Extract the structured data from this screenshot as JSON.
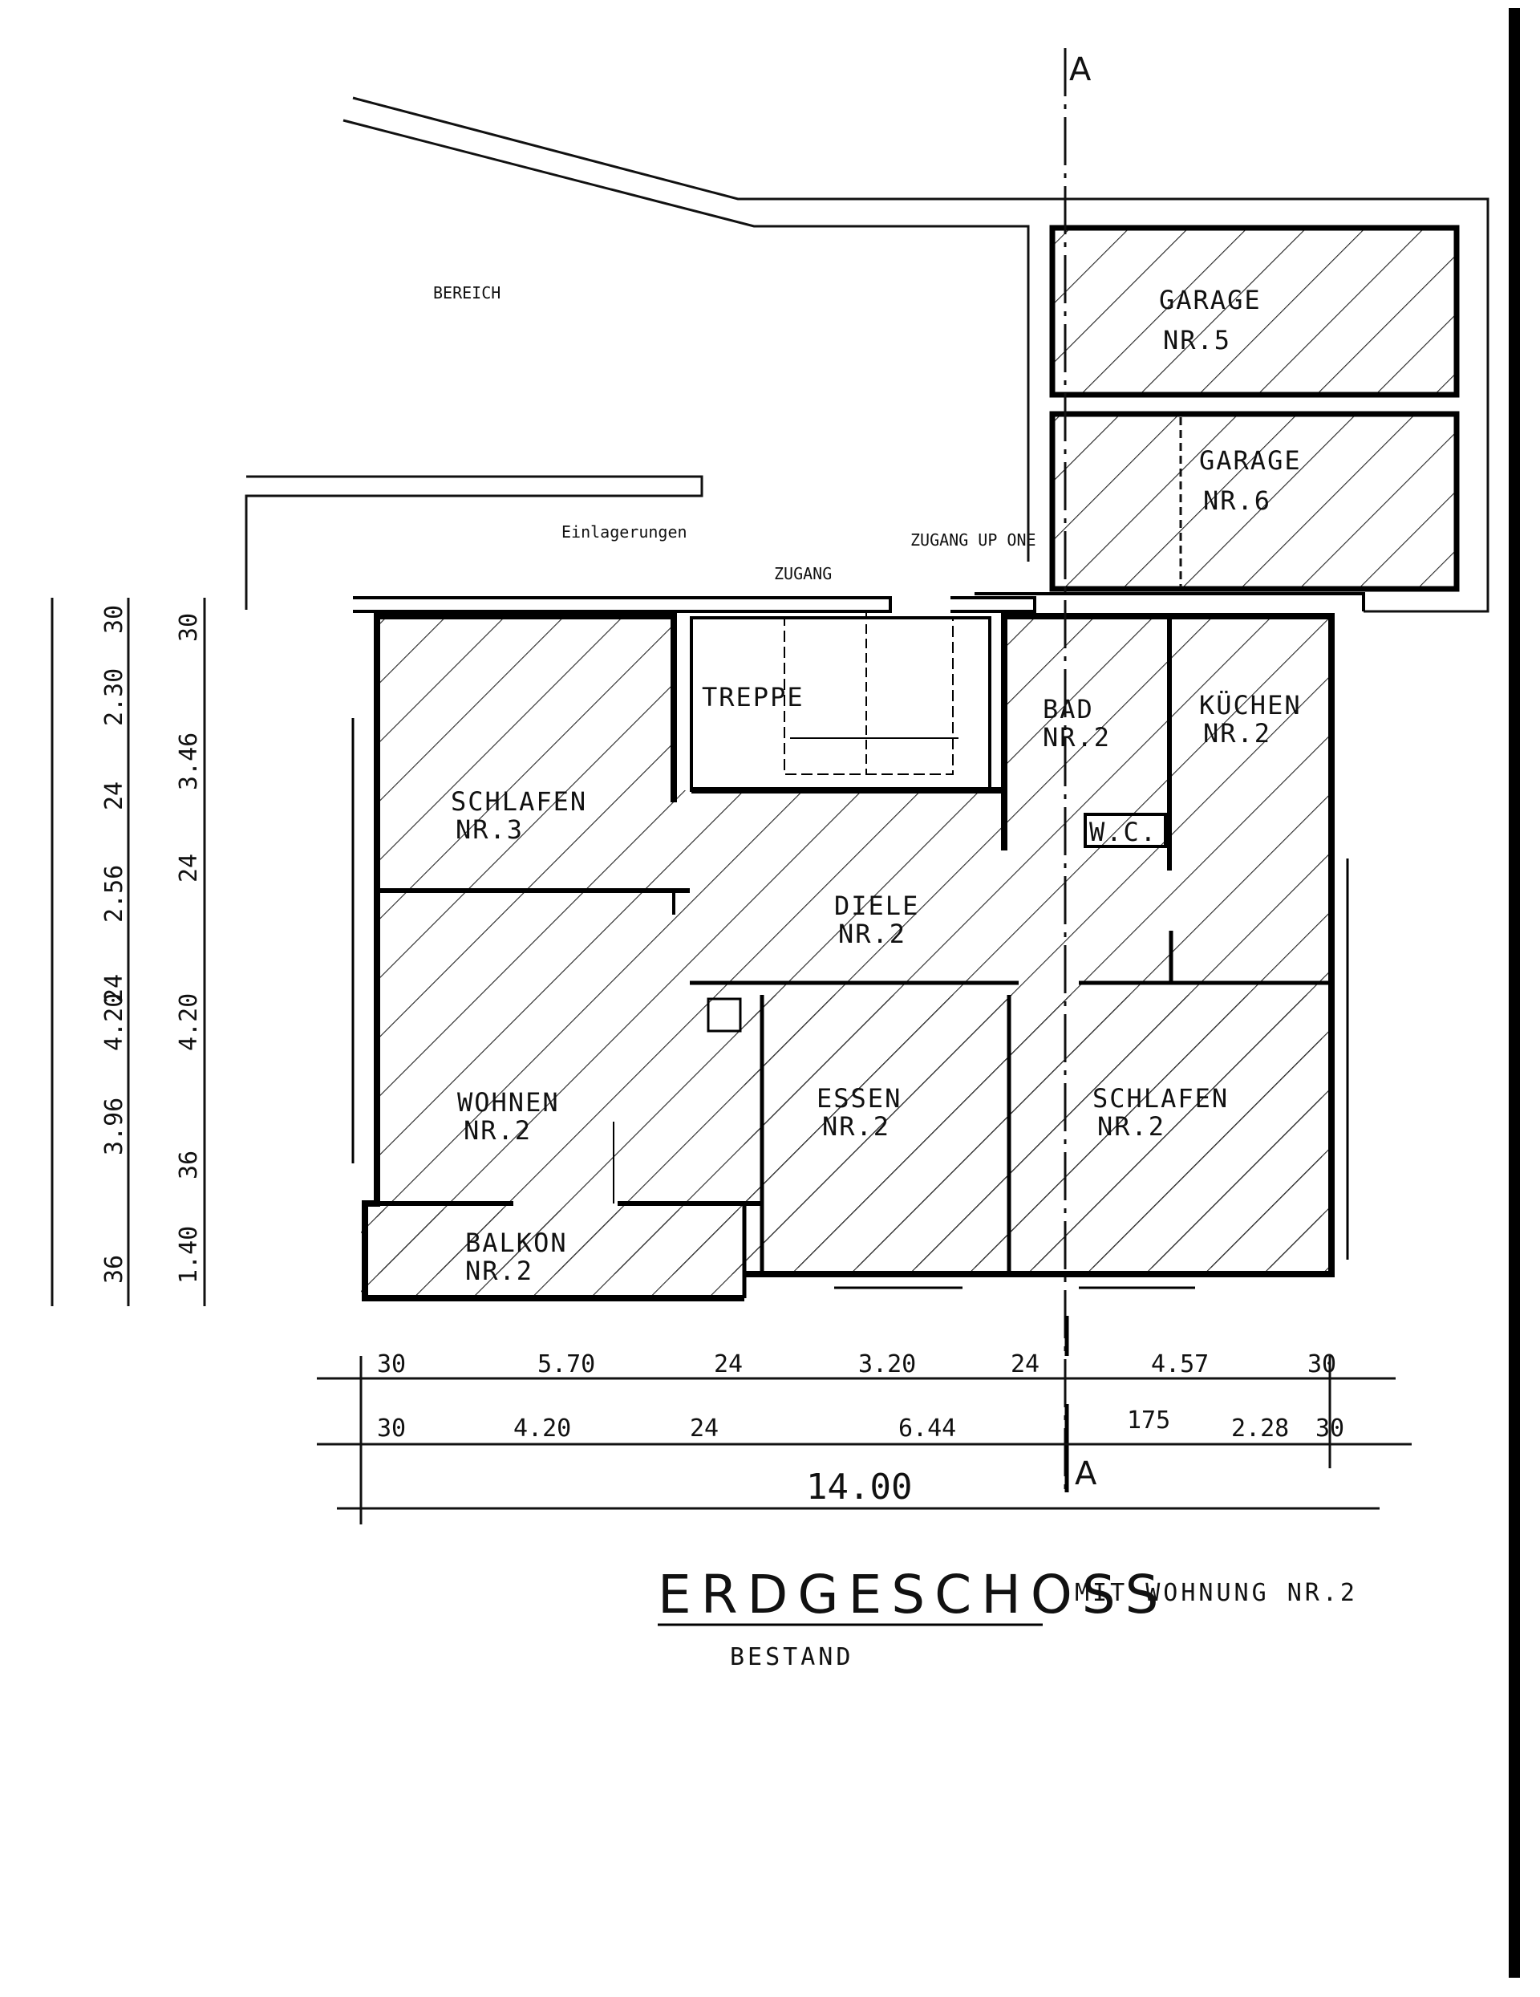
{
  "section_marker": "A",
  "labels": {
    "bereich": "BEREICH",
    "einlagerungen": "Einlagerungen",
    "zugang": "ZUGANG",
    "zugang_note": "ZUGANG UP ONE"
  },
  "rooms": {
    "garage5": {
      "name": "GARAGE",
      "nr": "NR.5"
    },
    "garage6": {
      "name": "GARAGE",
      "nr": "NR.6"
    },
    "schlafen3": {
      "name": "SCHLAFEN",
      "nr": "NR.3"
    },
    "treppe": {
      "name": "TREPPE"
    },
    "bad": {
      "name": "BAD",
      "nr": "NR.2"
    },
    "kuechen": {
      "name": "KÜCHEN",
      "nr": "NR.2"
    },
    "wc": {
      "name": "W.C."
    },
    "diele": {
      "name": "DIELE",
      "nr": "NR.2"
    },
    "wohnen": {
      "name": "WOHNEN",
      "nr": "NR.2"
    },
    "essen": {
      "name": "ESSEN",
      "nr": "NR.2"
    },
    "schlafen2": {
      "name": "SCHLAFEN",
      "nr": "NR.2"
    },
    "balkon": {
      "name": "BALKON",
      "nr": "NR.2"
    }
  },
  "dimensions": {
    "bottom_row1": [
      "30",
      "5.70",
      "24",
      "3.20",
      "24",
      "4.57",
      "30"
    ],
    "bottom_row2": [
      "30",
      "4.20",
      "24",
      "6.44",
      "175",
      "2.28",
      "30"
    ],
    "total": "14.00",
    "left_col1": [
      "30",
      "2.30",
      "24",
      "2.56",
      "24",
      "4.20",
      "3.96",
      "36"
    ],
    "left_col2": [
      "30",
      "3.46",
      "24",
      "4.20",
      "36",
      "1.40"
    ]
  },
  "title": {
    "main": "ERDGESCHOSS",
    "suffix": "MIT WOHNUNG NR.2",
    "sub": "BESTAND"
  }
}
